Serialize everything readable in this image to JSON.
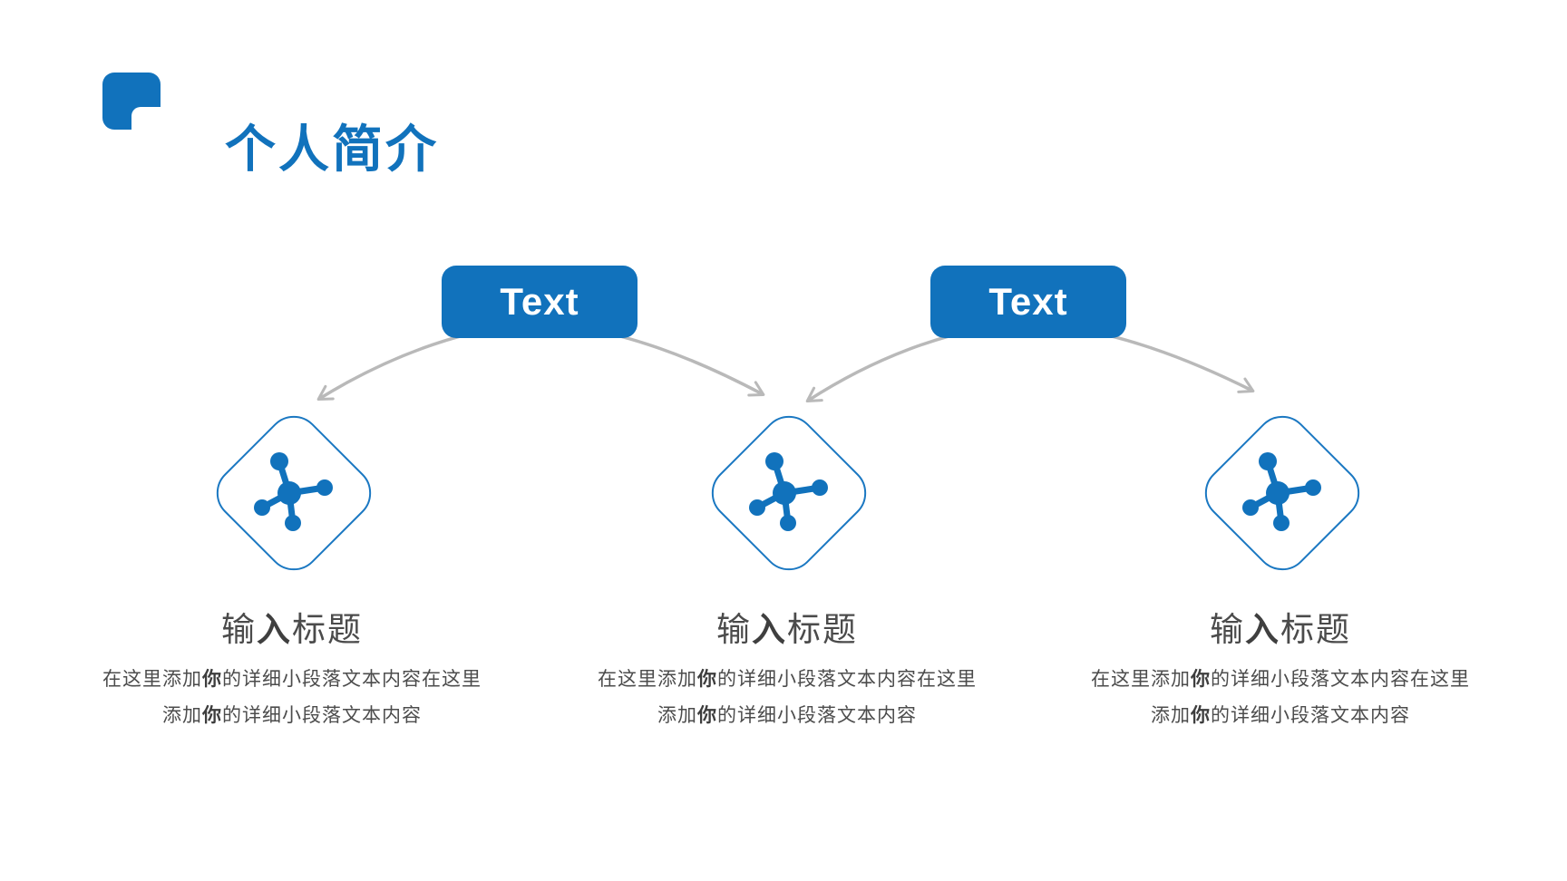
{
  "slide": {
    "title": "个人简介",
    "accent_color": "#1172BC",
    "diamond_border_color": "#1b78c2",
    "arrow_color": "#b9b9b9",
    "heading_color": "#4b4b4b",
    "body_color": "#4c4c4c",
    "background_color": "#ffffff"
  },
  "connectors": [
    {
      "label": "Text"
    },
    {
      "label": "Text"
    }
  ],
  "columns": [
    {
      "icon": "molecule-icon",
      "heading": {
        "pre": "输",
        "bold": "入",
        "post": "标题"
      },
      "body": {
        "line1_pre": "在这里添加",
        "line1_bold": "你",
        "line1_post": "的详细小段落文本内容在这里",
        "line2_pre": "添加",
        "line2_bold": "你",
        "line2_post": "的详细小段落文本内容"
      }
    },
    {
      "icon": "molecule-icon",
      "heading": {
        "pre": "输",
        "bold": "入",
        "post": "标题"
      },
      "body": {
        "line1_pre": "在这里添加",
        "line1_bold": "你",
        "line1_post": "的详细小段落文本内容在这里",
        "line2_pre": "添加",
        "line2_bold": "你",
        "line2_post": "的详细小段落文本内容"
      }
    },
    {
      "icon": "molecule-icon",
      "heading": {
        "pre": "输",
        "bold": "入",
        "post": "标题"
      },
      "body": {
        "line1_pre": "在这里添加",
        "line1_bold": "你",
        "line1_post": "的详细小段落文本内容在这里",
        "line2_pre": "添加",
        "line2_bold": "你",
        "line2_post": "的详细小段落文本内容"
      }
    }
  ]
}
